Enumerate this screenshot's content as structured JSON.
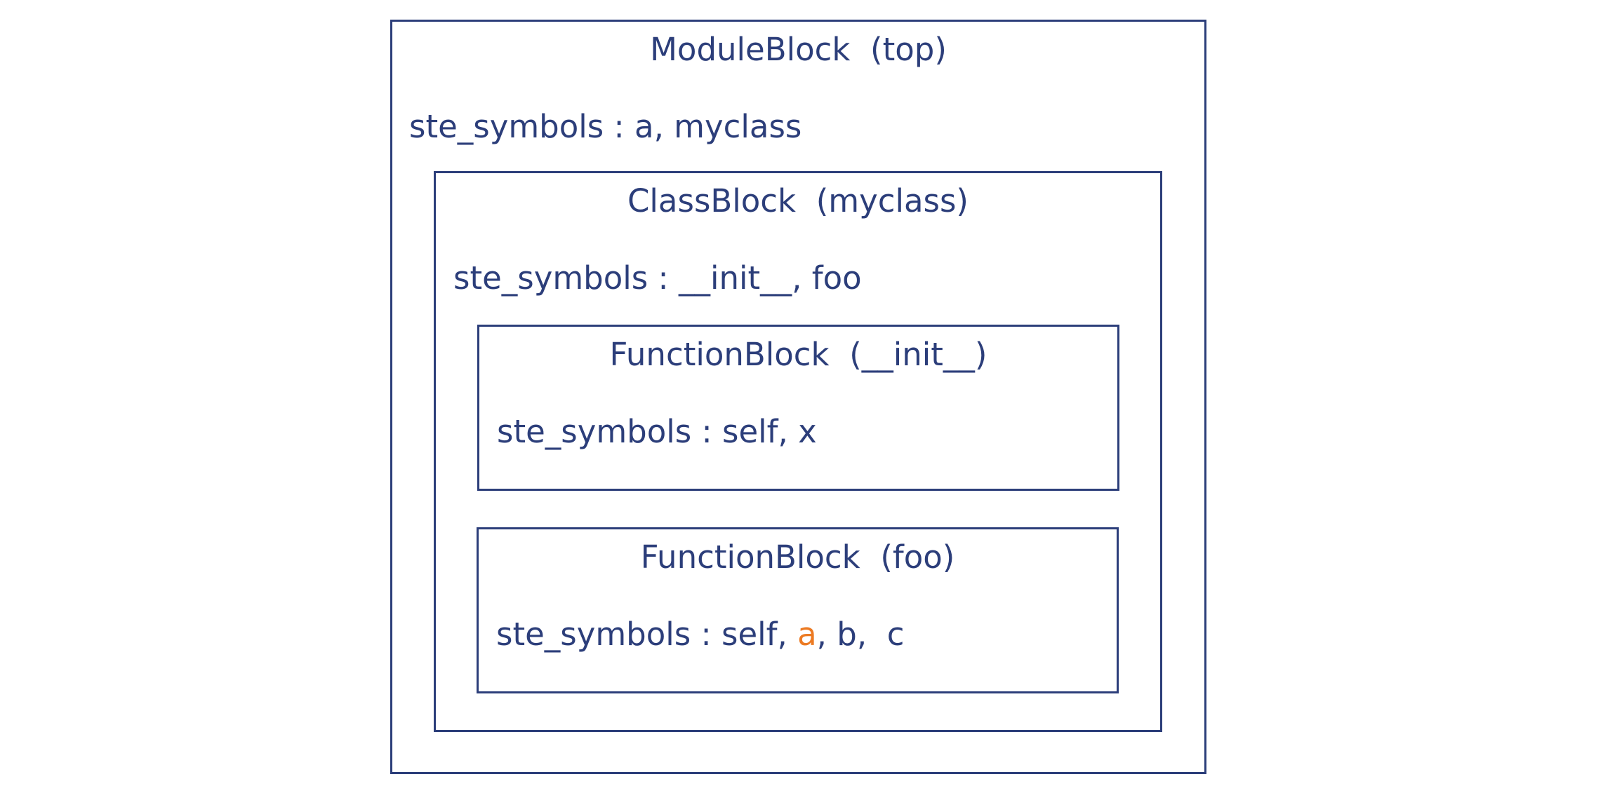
{
  "diagram": {
    "module": {
      "title": "ModuleBlock  (top)",
      "symbols_label": "ste_symbols : ",
      "symbols": "a, myclass"
    },
    "class_block": {
      "title": "ClassBlock  (myclass)",
      "symbols_label": "ste_symbols : ",
      "symbols": "__init__, foo"
    },
    "function_init": {
      "title": "FunctionBlock  (__init__)",
      "symbols_label": "ste_symbols : ",
      "symbols": "self, x"
    },
    "function_foo": {
      "title": "FunctionBlock  (foo)",
      "symbols_label": "ste_symbols : ",
      "symbols_before": "self, ",
      "symbol_highlight": "a",
      "symbols_after": ", b,  c"
    },
    "colors": {
      "line": "#2c3e7a",
      "text": "#2c3e7a",
      "highlight": "#ec7a22",
      "background": "#ffffff"
    }
  }
}
